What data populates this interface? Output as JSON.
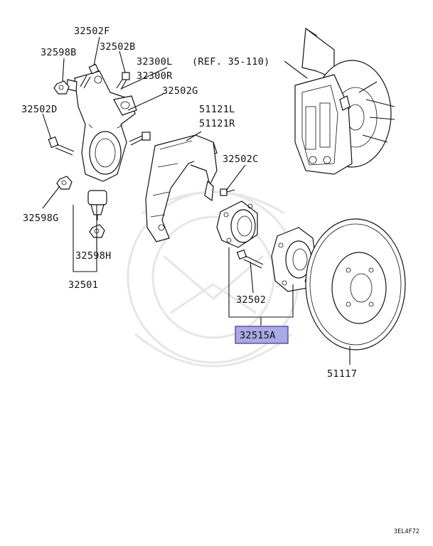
{
  "labels": {
    "p32502F": "32502F",
    "p32502B": "32502B",
    "p32598B": "32598B",
    "p32300L": "32300L",
    "p32300R": "32300R",
    "ref": "(REF. 35-110)",
    "p32502G": "32502G",
    "p32502D": "32502D",
    "p51121L": "51121L",
    "p51121R": "51121R",
    "p32502C": "32502C",
    "p32598G": "32598G",
    "p32598H": "32598H",
    "p32501": "32501",
    "p32502": "32502",
    "p32515A": "32515A",
    "p51117": "51117"
  },
  "diagram_code": "3EL4F72",
  "colors": {
    "highlight_fill": "#a9a9e6",
    "highlight_stroke": "#3b3b8f",
    "line": "#111111",
    "watermark": "#e6e6e6"
  }
}
